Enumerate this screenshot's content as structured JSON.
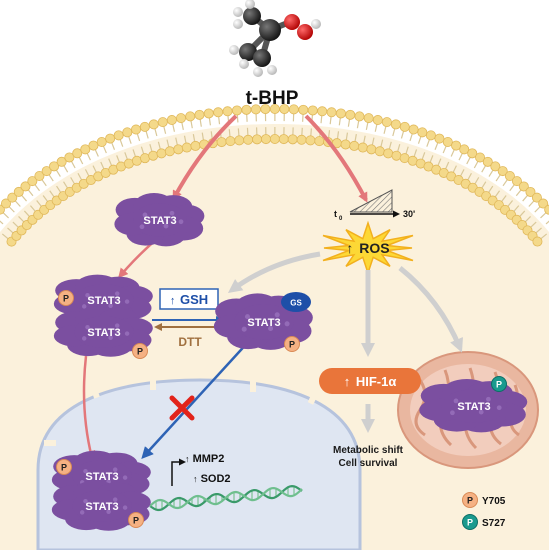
{
  "molecule": {
    "name": "t-BHP"
  },
  "proteins": {
    "stat3": "STAT3"
  },
  "gsh": {
    "label": "GSH",
    "arrow": "↑"
  },
  "dtt": {
    "label": "DTT"
  },
  "gs_tag": "GS",
  "ros": {
    "label": "ROS",
    "arrow": "↑"
  },
  "timeline": {
    "start": "t",
    "start_sub": "0",
    "end": "30'"
  },
  "hif": {
    "label": "HIF-1α",
    "arrow": "↑"
  },
  "hif_outcome": {
    "line1": "Metabolic shift",
    "line2": "Cell survival"
  },
  "genes": {
    "mmp2": "MMP2",
    "sod2": "SOD2",
    "arrow": "↑"
  },
  "phospho": {
    "mark": "P"
  },
  "legend": [
    {
      "mark": "P",
      "label": "Y705",
      "color": "#f5b183"
    },
    {
      "mark": "P",
      "label": "S727",
      "color": "#1a9a8e"
    }
  ],
  "colors": {
    "stat3": "#7b4fa0",
    "membrane_head": "#f4d98a",
    "cytoplasm": "#fbf1dc",
    "nucleus": "#dfe6f2",
    "mito": "#e9b7a0",
    "gs_blue": "#1e4fa8",
    "arrow_red": "#e3777a",
    "arrow_blue": "#2e63b5",
    "arrow_grey": "#cfcfcf",
    "ros_star": "#fdd835",
    "hif_orange": "#e9753a"
  }
}
